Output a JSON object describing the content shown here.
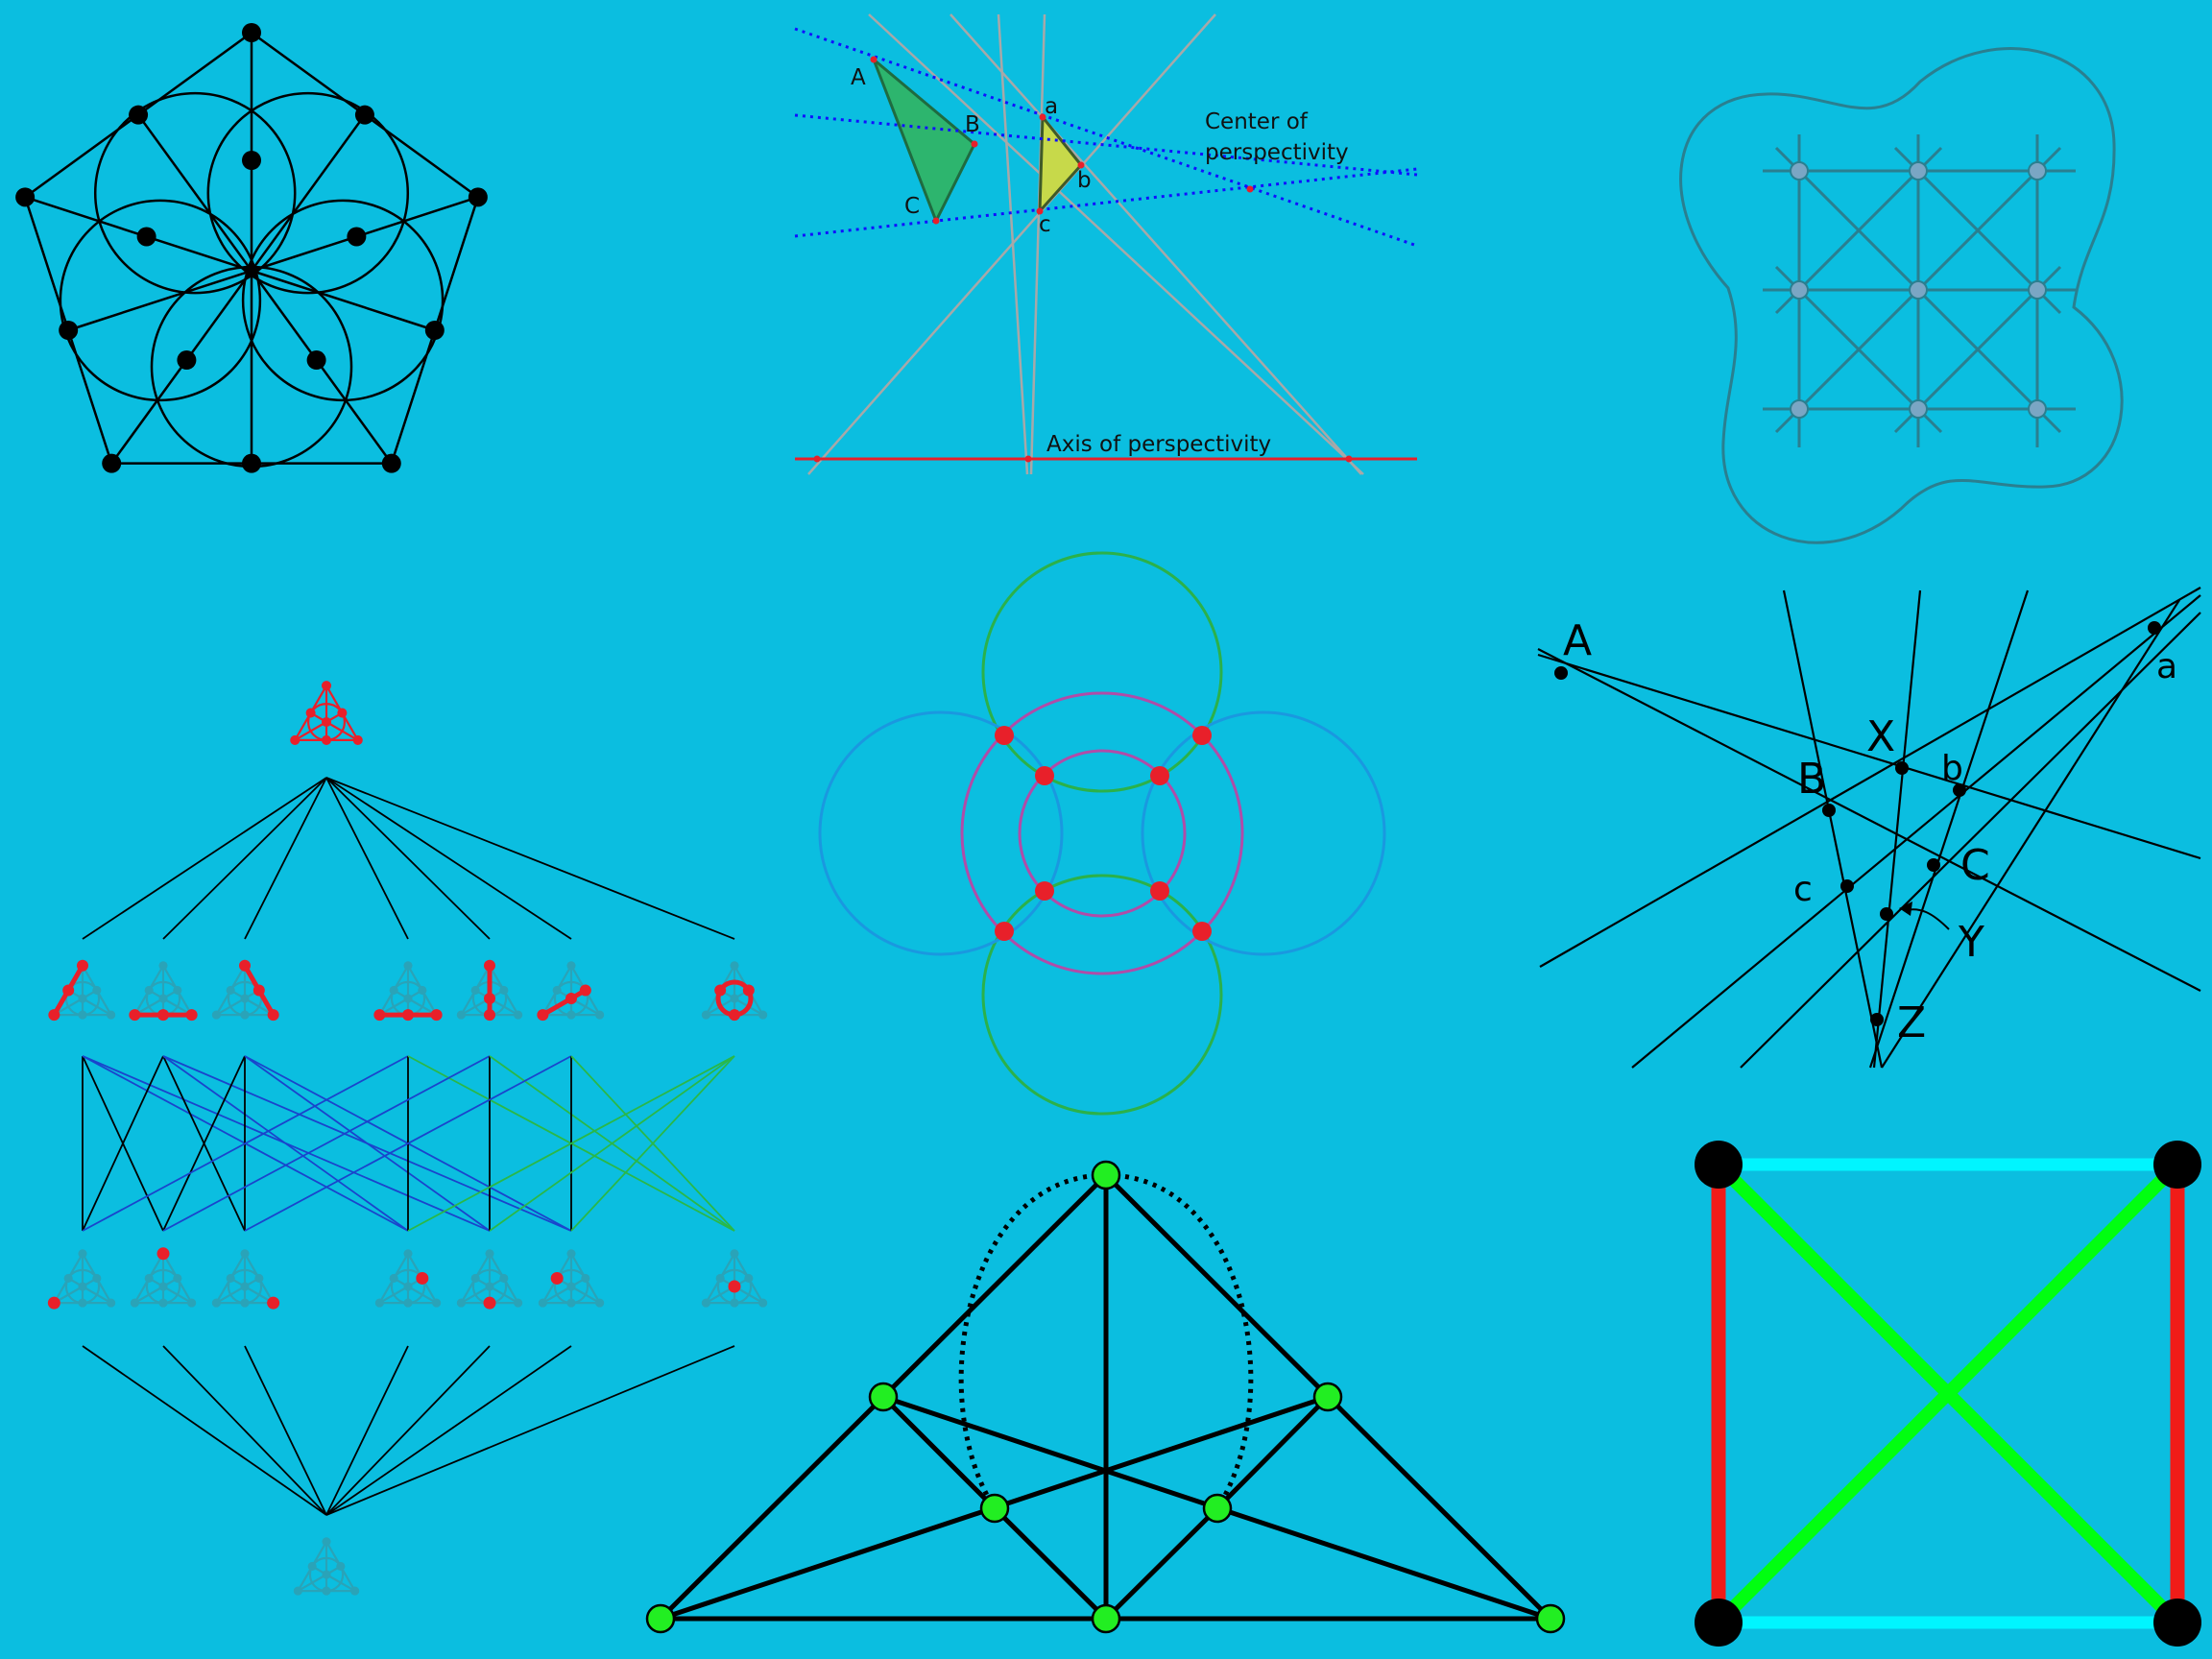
{
  "background": "#0bbee0",
  "colors": {
    "ink": "#000000",
    "red": "#e8202a",
    "blue_dotted": "#1010ff",
    "gray_line": "#a8a8a8",
    "triangle_big": "#2db56e",
    "triangle_small": "#c7d94a",
    "teal_shape": "#2a7f90",
    "node_fill": "#7aa6c4",
    "green_circle": "#2bb14a",
    "blue_circle": "#1a98e0",
    "purple_circle": "#b04ca8",
    "lattice_blue": "#1a44cc",
    "lattice_green": "#2ab848",
    "lime_node": "#22ee22",
    "cyan_edge": "#00f5ff",
    "lime_edge": "#00ff10"
  },
  "desargues": {
    "labels": {
      "A": "A",
      "B": "B",
      "C": "C",
      "a": "a",
      "b": "b",
      "c": "c",
      "center": [
        "Center of",
        "perspectivity"
      ],
      "axis": "Axis of perspectivity"
    }
  },
  "pappus": {
    "labels": {
      "A": "A",
      "B": "B",
      "C": "C",
      "a": "a",
      "b": "b",
      "c": "c",
      "X": "X",
      "Y": "Y",
      "Z": "Z"
    }
  },
  "diagrams": [
    "pentagon-petersen-circles",
    "desargues-theorem",
    "curved-grid-configuration",
    "fano-subgraph-lattice",
    "miquel-circles",
    "pappus-configuration",
    "fano-plane",
    "k4-colored-square"
  ]
}
